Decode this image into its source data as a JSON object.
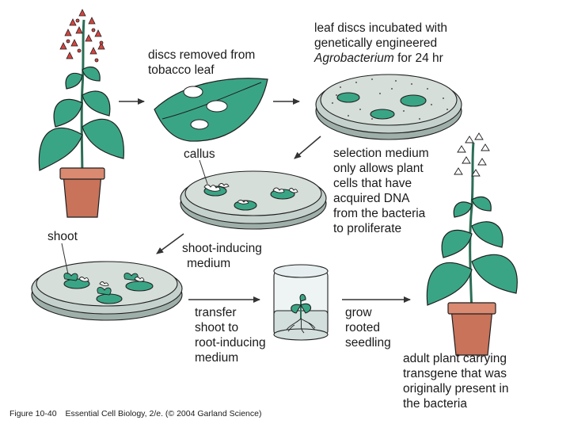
{
  "labels": {
    "discs_removed": [
      "discs removed from",
      "tobacco leaf"
    ],
    "leaf_discs": {
      "line1": "leaf discs incubated with",
      "line2": "genetically engineered",
      "line3_italic": "Agrobacterium",
      "line3_rest": " for 24 hr"
    },
    "callus": "callus",
    "selection": [
      "selection medium",
      "only allows plant",
      "cells that have",
      "acquired DNA",
      "from the bacteria",
      "to proliferate"
    ],
    "shoot": "shoot",
    "shoot_medium": [
      "shoot-inducing",
      "medium"
    ],
    "transfer": [
      "transfer",
      "shoot to",
      "root-inducing",
      "medium"
    ],
    "grow": [
      "grow",
      "rooted",
      "seedling"
    ],
    "adult": [
      "adult plant carrying",
      "transgene that was",
      "originally present in",
      "the bacteria"
    ]
  },
  "caption": {
    "figure": "Figure 10-40",
    "source": "Essential Cell Biology, 2/e. (© 2004 Garland Science)"
  },
  "colors": {
    "leaf": "#3aa585",
    "leaf_stroke": "#1f1f1f",
    "pot": "#c8735a",
    "pot_rim": "#d98a70",
    "dish": "#c5d1cc",
    "dish_side": "#9fb0aa",
    "flower": "#d6443f",
    "jar": "#e6eef0",
    "arrow": "#333333"
  }
}
